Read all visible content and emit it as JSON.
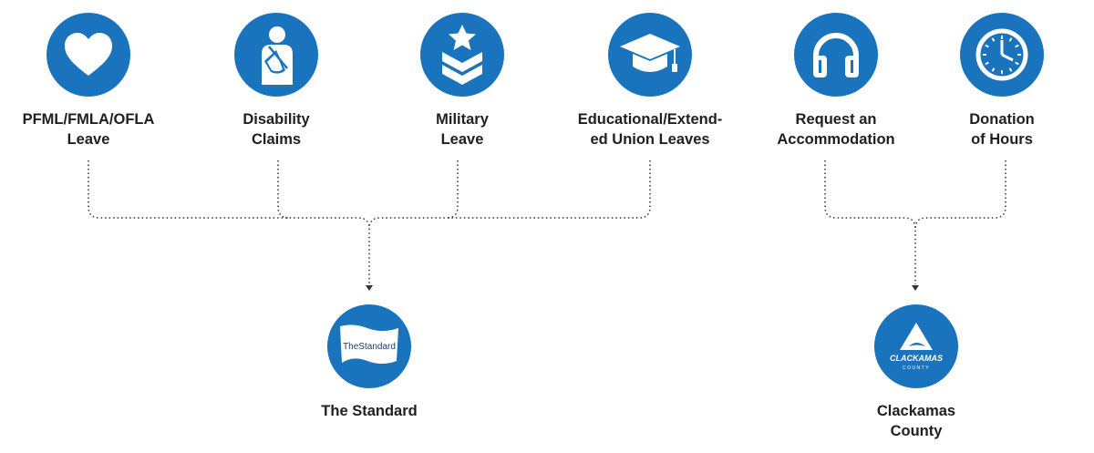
{
  "categories": [
    {
      "id": "pfml",
      "label": "PFML/FMLA/OFLA\nLeave",
      "icon": "heart-icon"
    },
    {
      "id": "disability",
      "label": "Disability\nClaims",
      "icon": "injured-person-icon"
    },
    {
      "id": "military",
      "label": "Military\nLeave",
      "icon": "military-rank-icon"
    },
    {
      "id": "educational",
      "label": "Educational/Extend-\ned Union Leaves",
      "icon": "graduation-cap-icon"
    },
    {
      "id": "accommodation",
      "label": "Request an\nAccommodation",
      "icon": "headphones-icon"
    },
    {
      "id": "donation",
      "label": "Donation\nof Hours",
      "icon": "clock-icon"
    }
  ],
  "providers": [
    {
      "id": "standard",
      "label": "The Standard",
      "icon": "the-standard-logo",
      "logo_text": "TheStandard"
    },
    {
      "id": "clackamas",
      "label": "Clackamas\nCounty",
      "icon": "clackamas-county-logo",
      "logo_text": "CLACKAMAS",
      "logo_subtext": "COUNTY"
    }
  ],
  "colors": {
    "circle": "#1a73bd",
    "text": "#1f1f1f",
    "connector": "#333333"
  }
}
